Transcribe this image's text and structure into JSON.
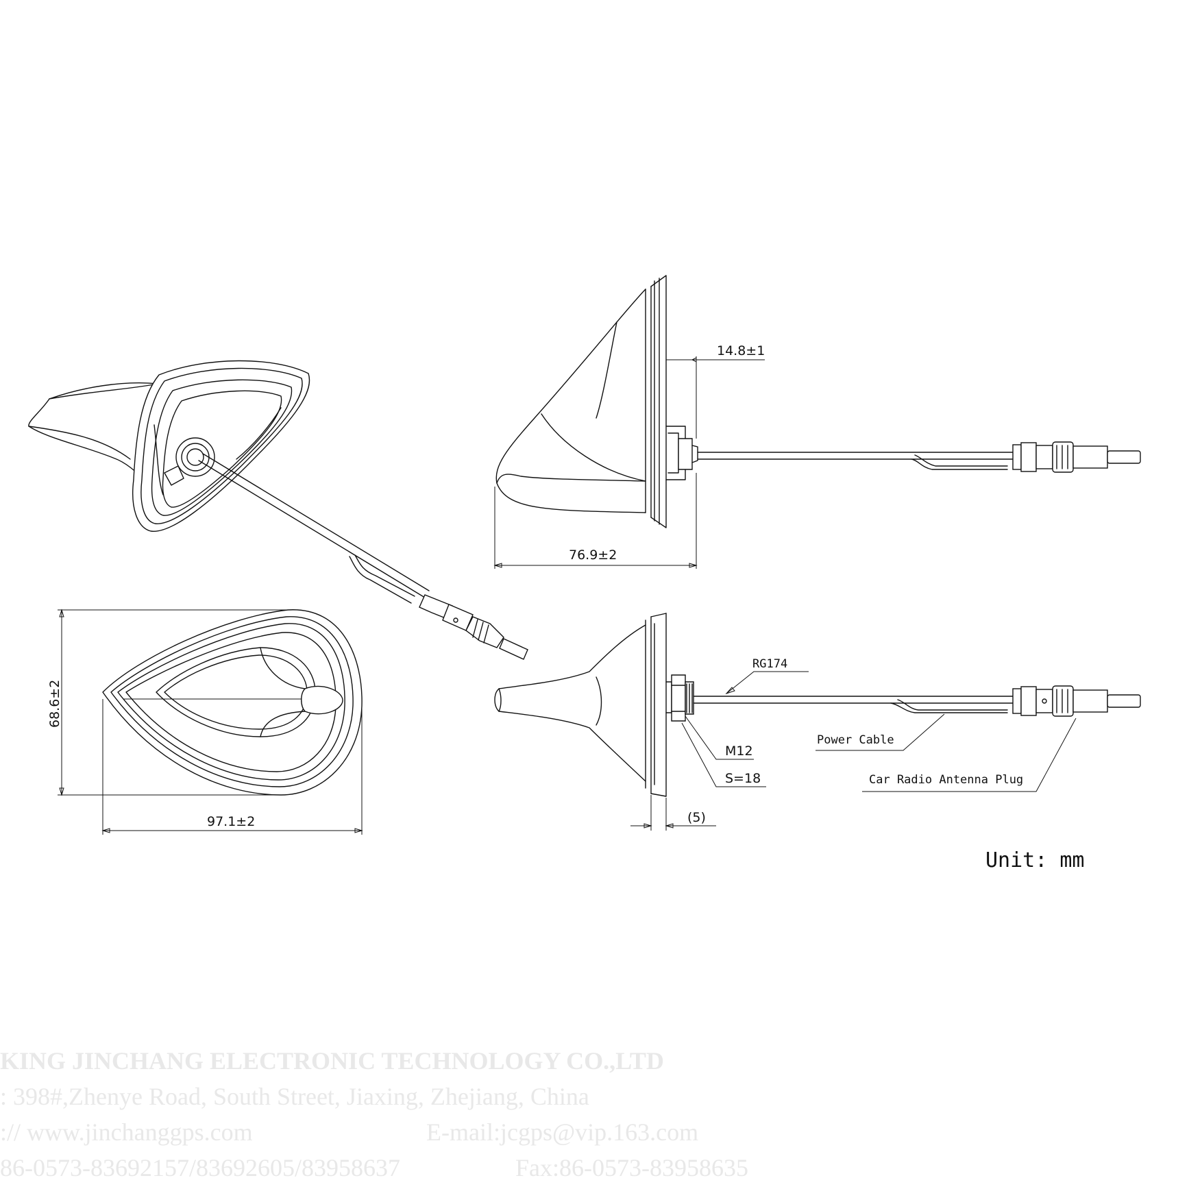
{
  "dimensions": {
    "side_offset": "14.8±1",
    "side_length": "76.9±2",
    "top_height": "68.6±2",
    "top_width": "97.1±2",
    "panel_thickness": "(5)"
  },
  "labels": {
    "cable": "RG174",
    "thread": "M12",
    "nut": "S=18",
    "power_cable": "Power Cable",
    "plug": "Car Radio Antenna Plug"
  },
  "unit_note": "Unit:  mm",
  "watermark": {
    "company": "KING JINCHANG ELECTRONIC TECHNOLOGY CO.,LTD",
    "address": ": 398#,Zhenye Road, South Street, Jiaxing, Zhejiang, China",
    "web": ":// www.jinchanggps.com",
    "email": "E-mail:jcgps@vip.163.com",
    "tel": "86-0573-83692157/83692605/83958637",
    "fax": "Fax:86-0573-83958635"
  }
}
